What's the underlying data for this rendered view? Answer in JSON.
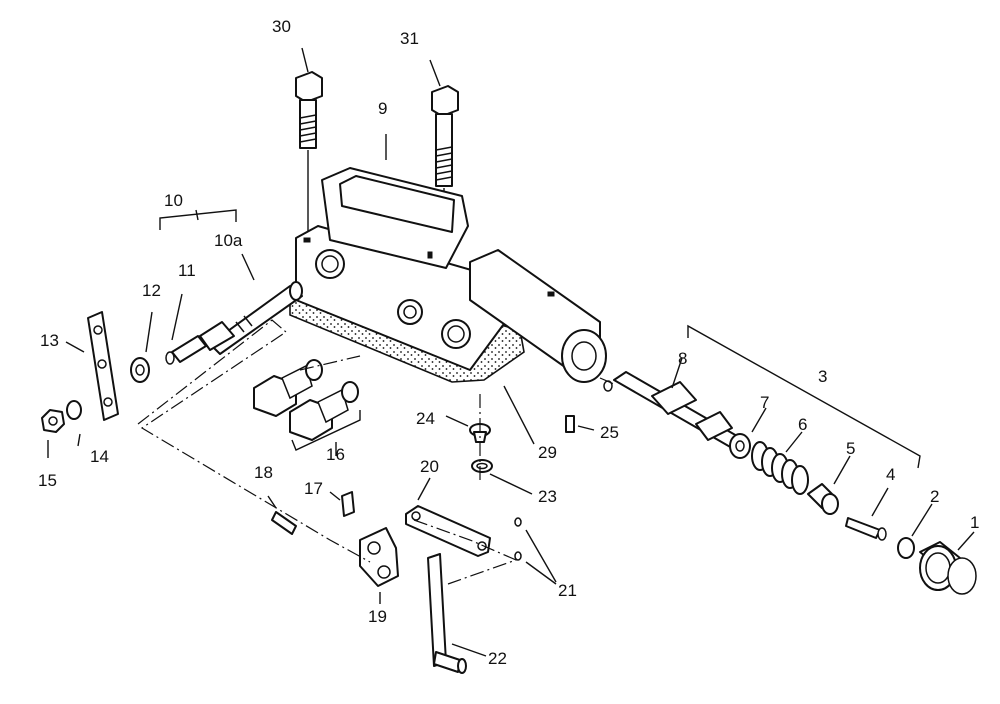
{
  "callouts": {
    "c1": "1",
    "c2": "2",
    "c3": "3",
    "c4": "4",
    "c5": "5",
    "c6": "6",
    "c7": "7",
    "c8": "8",
    "c9": "9",
    "c10": "10",
    "c10a": "10a",
    "c11": "11",
    "c12": "12",
    "c13": "13",
    "c14": "14",
    "c15": "15",
    "c16": "16",
    "c17": "17",
    "c18": "18",
    "c19": "19",
    "c20": "20",
    "c21": "21",
    "c22": "22",
    "c23": "23",
    "c24": "24",
    "c25": "25",
    "c29": "29",
    "c30": "30",
    "c31": "31"
  }
}
